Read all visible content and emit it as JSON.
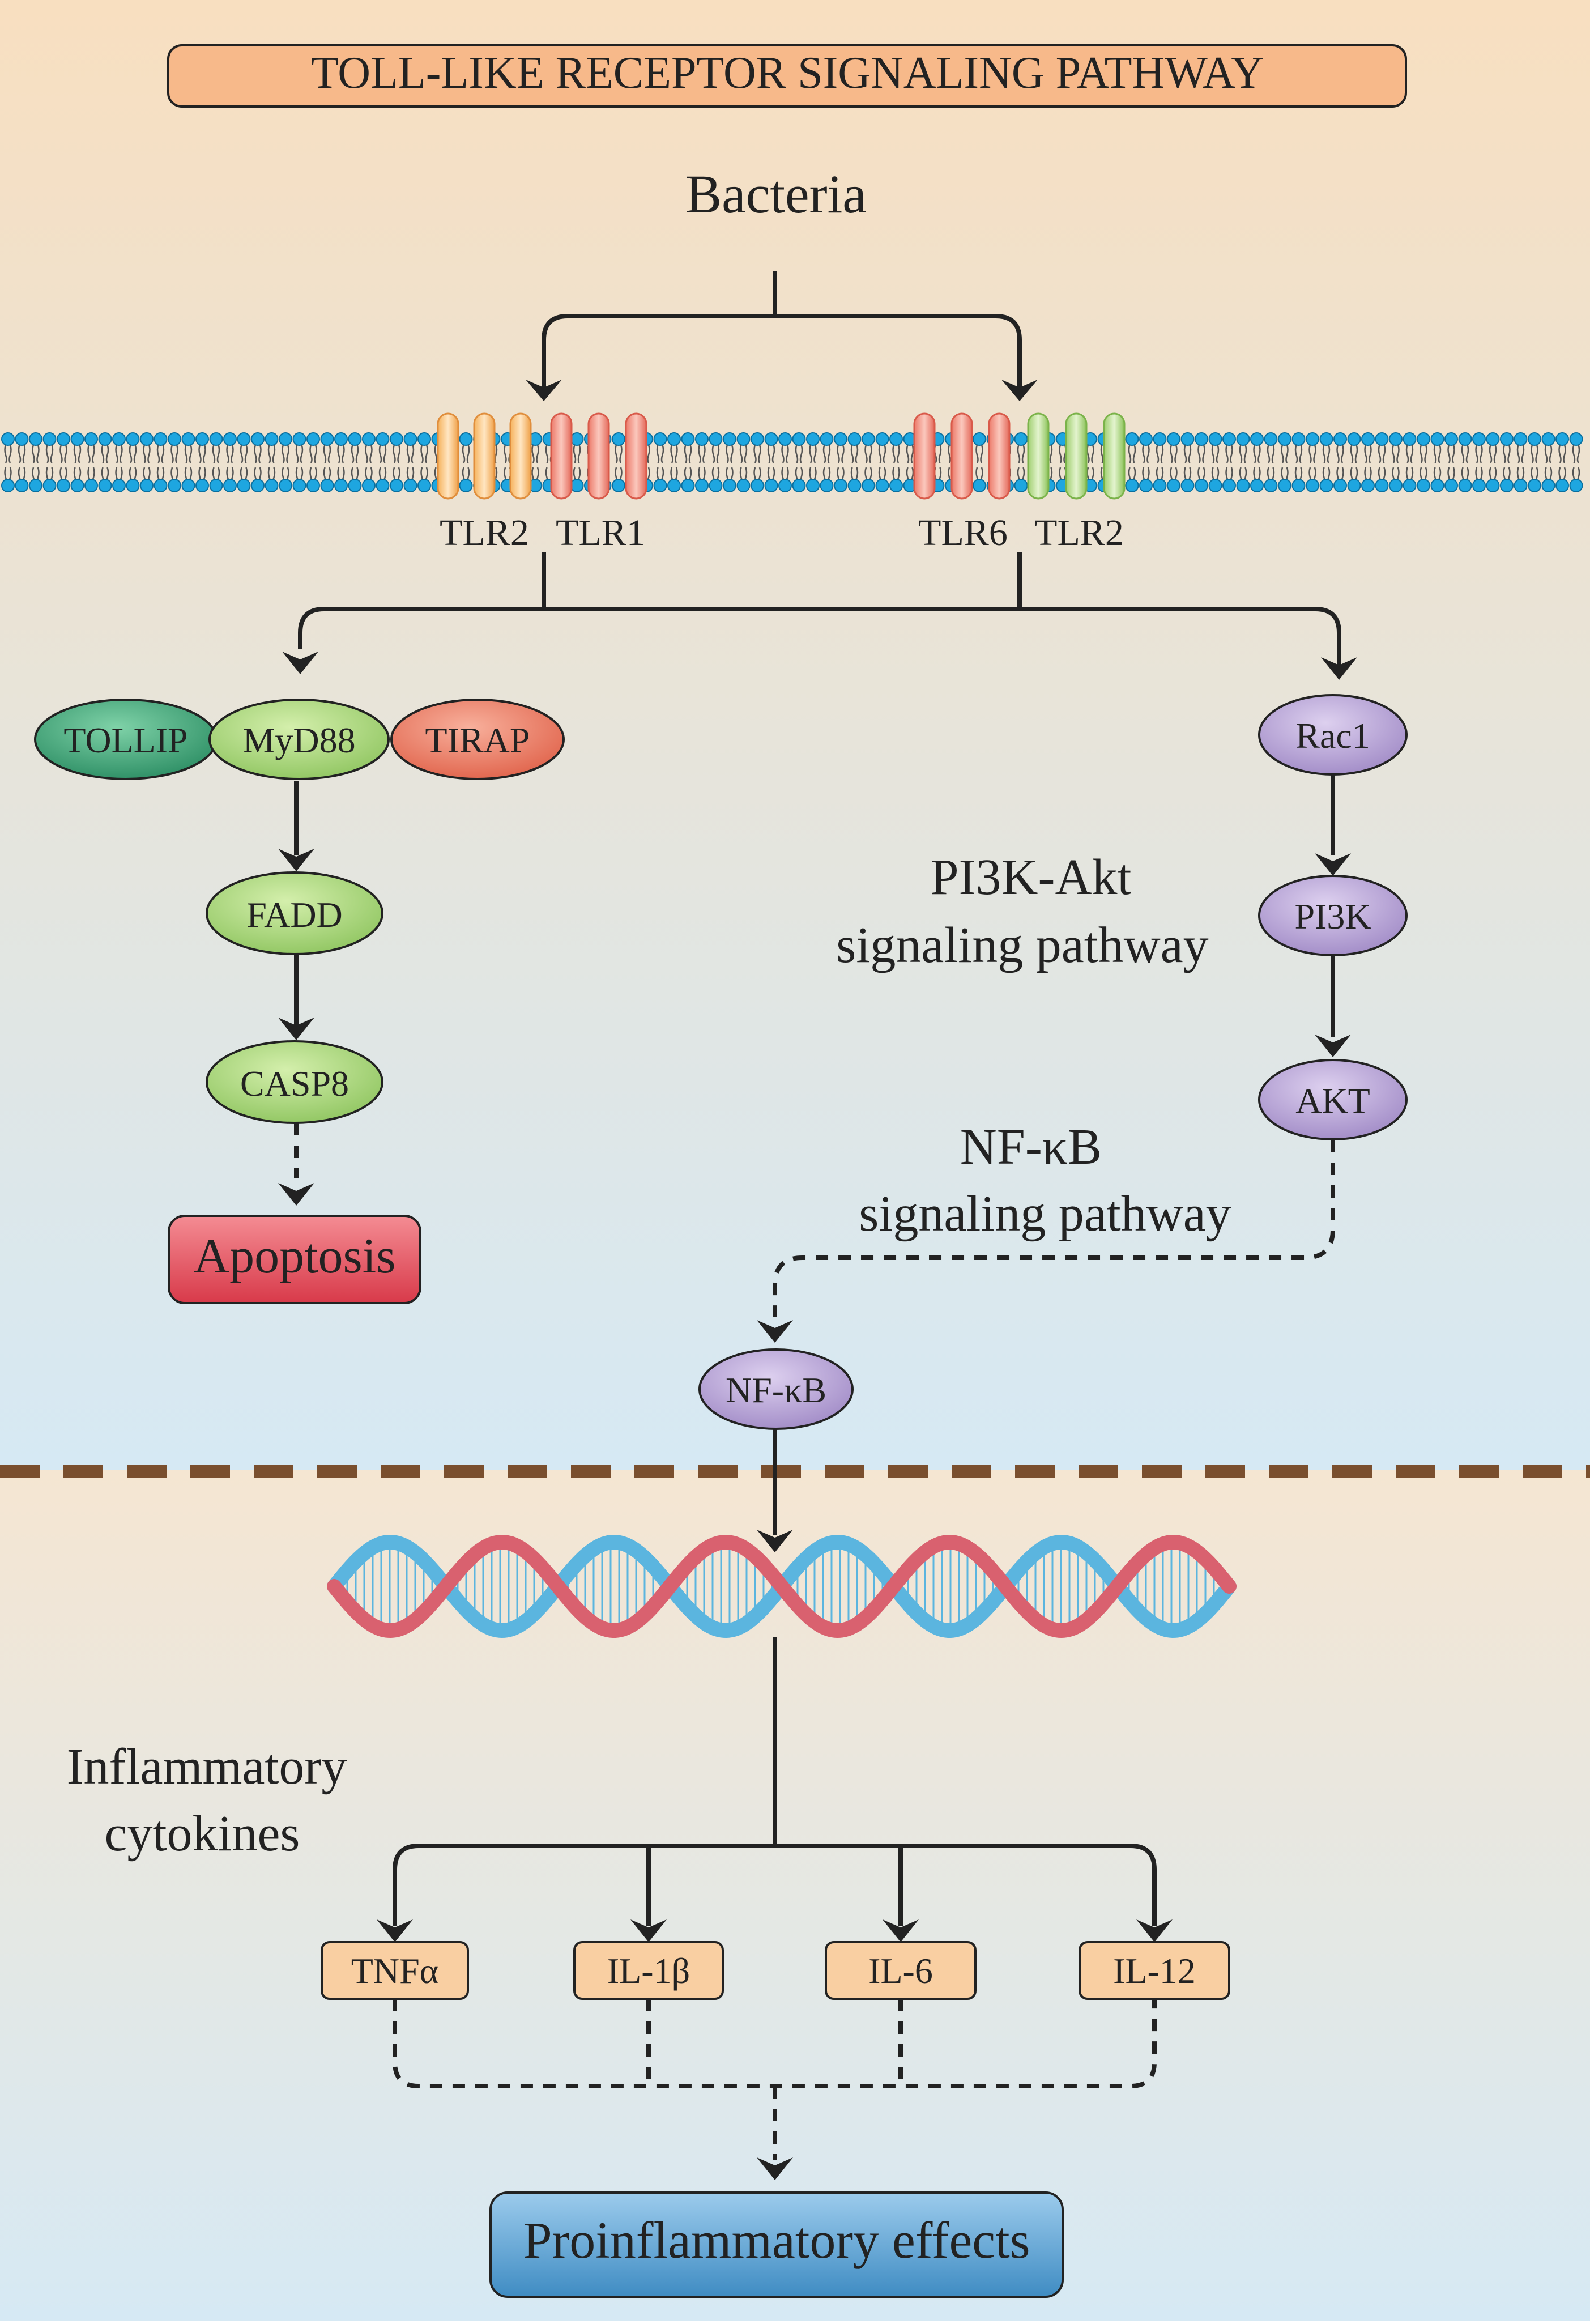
{
  "title": "TOLL-LIKE RECEPTOR SIGNALING PATHWAY",
  "source": "Bacteria",
  "receptors": {
    "left_pair": [
      "TLR2",
      "TLR1"
    ],
    "right_pair": [
      "TLR6",
      "TLR2"
    ]
  },
  "adaptors": {
    "tollip": "TOLLIP",
    "myd88": "MyD88",
    "tirap": "TIRAP"
  },
  "apoptosis_branch": {
    "fadd": "FADD",
    "casp8": "CASP8",
    "outcome": "Apoptosis"
  },
  "pi3k_branch": {
    "rac1": "Rac1",
    "pi3k": "PI3K",
    "akt": "AKT",
    "pathway_label_line1": "PI3K-Akt",
    "pathway_label_line2": "signaling pathway"
  },
  "nfkb": {
    "node": "NF-κB",
    "pathway_label_line1": "NF-κB",
    "pathway_label_line2": "signaling pathway"
  },
  "cytokines": {
    "label_line1": "Inflammatory",
    "label_line2": "cytokines",
    "items": [
      "TNFα",
      "IL-1β",
      "IL-6",
      "IL-12"
    ]
  },
  "outcome": "Proinflammatory effects",
  "colors": {
    "title_fill": "#f7b98a",
    "tollip": "#3aa57a",
    "myd88": "#a9d67a",
    "tirap": "#ef7a62",
    "purple_node": "#b7a3d6",
    "apoptosis": "#e8505e",
    "outcome_box": "#5aa0cf",
    "cytokine_box": "#f9cfa2",
    "lipid_head": "#1ea6e0",
    "nuclear_membrane": "#7a4f2e",
    "dna_red": "#d9616f",
    "dna_blue": "#5bb5df"
  }
}
